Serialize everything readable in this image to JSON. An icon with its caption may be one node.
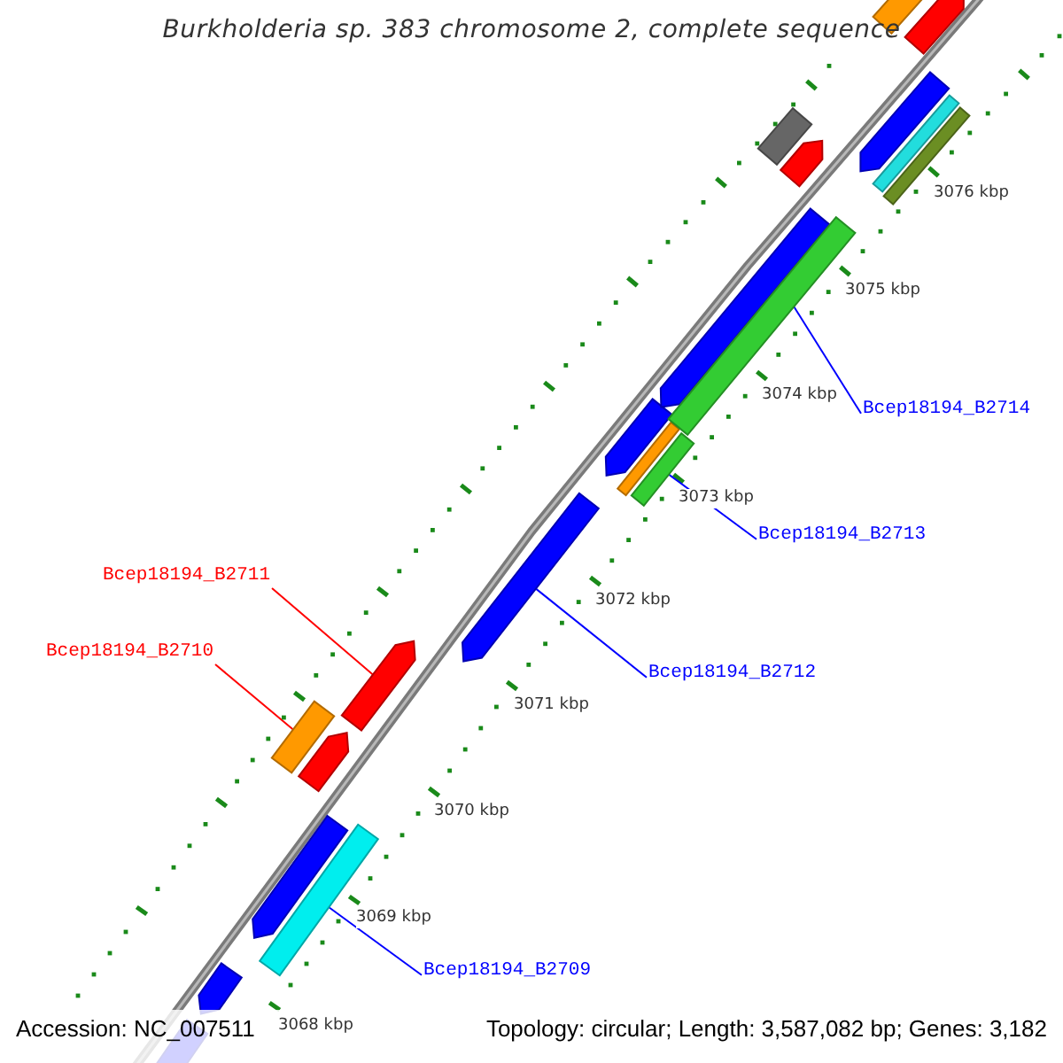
{
  "diagram": {
    "title": "Burkholderia sp. 383 chromosome 2, complete sequence",
    "nodes": [
      {
        "text": [
          "Bcep18194_B2714"
        ]
      },
      {
        "text": [
          "Bcep18194_B2713"
        ]
      },
      {
        "text": [
          "Bcep18194_B2711"
        ]
      },
      {
        "text": [
          "Bcep18194_B2710"
        ]
      },
      {
        "text": [
          "Bcep18194_B2712"
        ]
      },
      {
        "text": [
          "Bcep18194_B2709"
        ]
      },
      {
        "text": [],
        "shape": "bar"
      },
      {
        "text": [],
        "shape": "bar"
      },
      {
        "text": [],
        "shape": "arrow"
      },
      {
        "text": [],
        "shape": "arrow"
      },
      {
        "text": [],
        "shape": "bar"
      },
      {
        "text": [],
        "shape": "bar"
      }
    ],
    "edges": [
      {
        "from": 0,
        "to": 6,
        "arrow": "none"
      },
      {
        "from": 1,
        "to": 7,
        "arrow": "none"
      },
      {
        "from": 2,
        "to": 9,
        "arrow": "none",
        "color": "#ff0000"
      },
      {
        "from": 3,
        "to": 10,
        "arrow": "none",
        "color": "#ff0000"
      },
      {
        "from": 4,
        "to": 8,
        "arrow": "none"
      },
      {
        "from": 5,
        "to": 11,
        "arrow": "none"
      }
    ],
    "labels": [
      "3076 kbp",
      "3075 kbp",
      "3074 kbp",
      "3073 kbp",
      "3072 kbp",
      "3071 kbp",
      "3070 kbp",
      "3069 kbp",
      "3068 kbp",
      "Accession: NC_007511",
      "Topology: circular; Length: 3,587,082 bp; Genes: 3,182"
    ]
  }
}
